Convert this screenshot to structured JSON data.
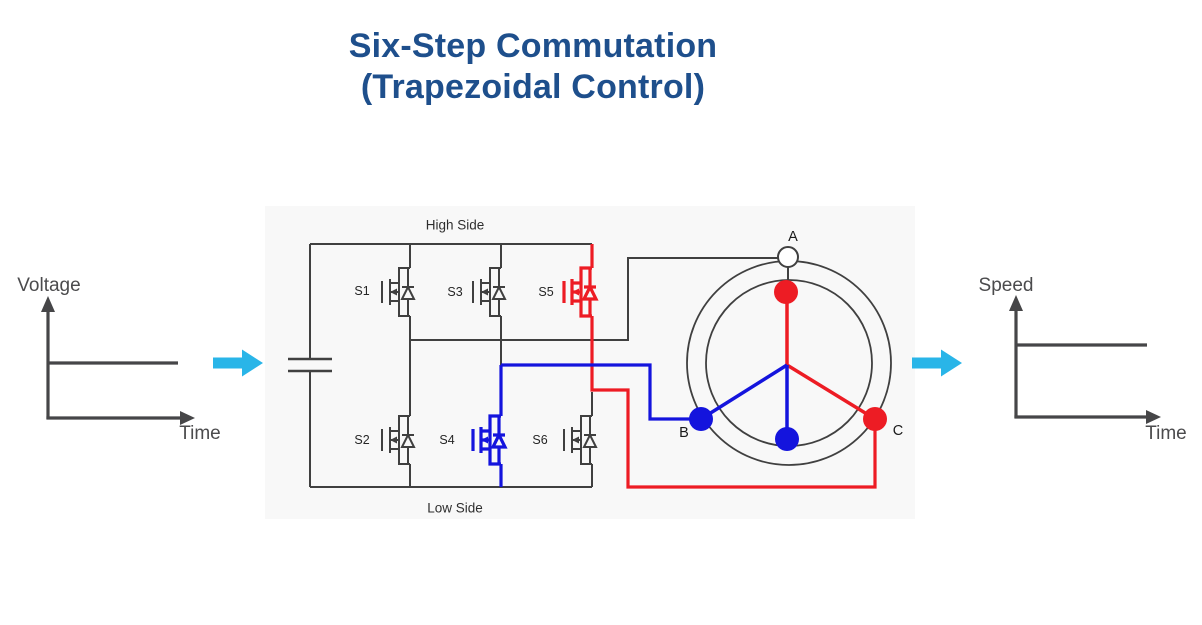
{
  "title": {
    "line1": "Six-Step Commutation",
    "line2": "(Trapezoidal Control)"
  },
  "colors": {
    "title_blue": "#1e4f8c",
    "diagram_gray": "#404040",
    "graph_gray": "#464648",
    "panel_bg": "#f8f8f8",
    "phase_red": "#ed1c24",
    "phase_blue": "#1414dd",
    "flow_cyan": "#29b5e8"
  },
  "input_graph": {
    "y_axis_label": "Voltage",
    "x_axis_label": "Time",
    "curve": "constant-level"
  },
  "output_graph": {
    "y_axis_label": "Speed",
    "x_axis_label": "Time",
    "curve": "constant-level"
  },
  "inverter": {
    "high_side_label": "High Side",
    "low_side_label": "Low Side",
    "switches": [
      {
        "label": "S1",
        "side": "high",
        "phase": "A",
        "highlighted": false,
        "color": "#404040"
      },
      {
        "label": "S3",
        "side": "high",
        "phase": "B",
        "highlighted": false,
        "color": "#404040"
      },
      {
        "label": "S5",
        "side": "high",
        "phase": "C",
        "highlighted": true,
        "color": "#ed1c24"
      },
      {
        "label": "S2",
        "side": "low",
        "phase": "A",
        "highlighted": false,
        "color": "#404040"
      },
      {
        "label": "S4",
        "side": "low",
        "phase": "B",
        "highlighted": true,
        "color": "#1414dd"
      },
      {
        "label": "S6",
        "side": "low",
        "phase": "C",
        "highlighted": false,
        "color": "#404040"
      }
    ]
  },
  "motor": {
    "terminals": [
      {
        "label": "A"
      },
      {
        "label": "B"
      },
      {
        "label": "C"
      }
    ]
  }
}
